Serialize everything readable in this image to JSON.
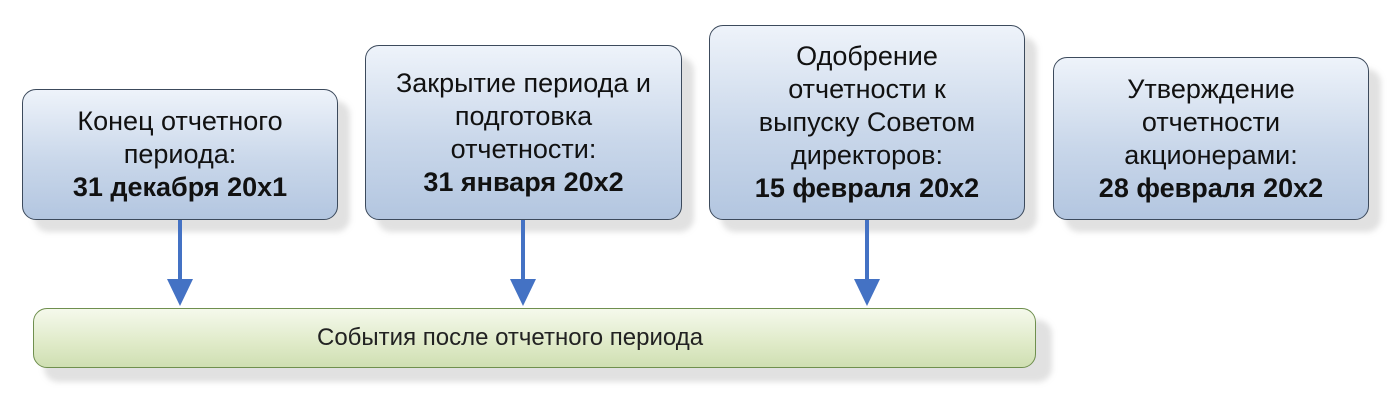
{
  "boxes": [
    {
      "lines": [
        "Конец отчетного",
        "периода:"
      ],
      "date": "31 декабря 20х1"
    },
    {
      "lines": [
        "Закрытие периода и",
        "подготовка",
        "отчетности:"
      ],
      "date": "31 января 20х2"
    },
    {
      "lines": [
        "Одобрение",
        "отчетности к",
        "выпуску Советом",
        "директоров:"
      ],
      "date": "15 февраля 20х2"
    },
    {
      "lines": [
        "Утверждение",
        "отчетности",
        "акционерами:"
      ],
      "date": "28 февраля 20х2"
    }
  ],
  "bar": {
    "label": "События после отчетного периода"
  },
  "colors": {
    "box_fill": "#c9d7ea",
    "box_border": "#3c4a5c",
    "bar_fill": "#dfeac8",
    "bar_border": "#6f8f4e",
    "arrow": "#4472c4"
  }
}
